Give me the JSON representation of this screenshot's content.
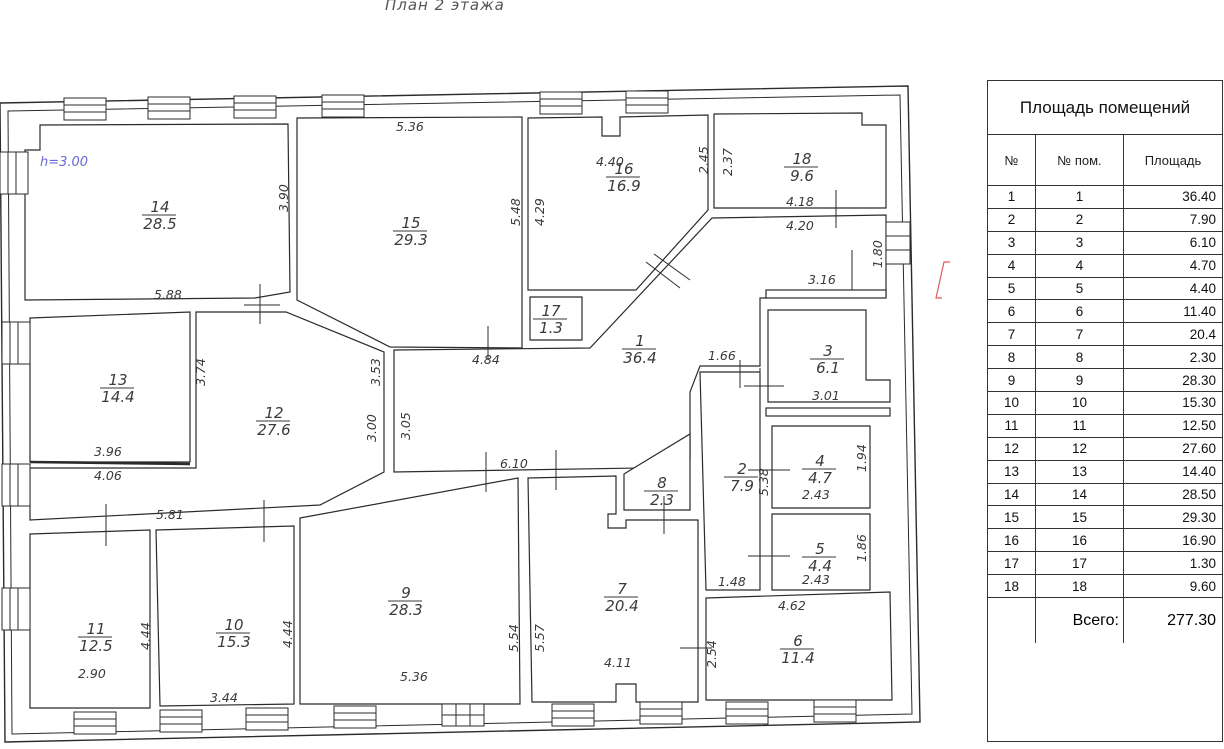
{
  "title": "План 2 этажа",
  "height_note": "h=3.00",
  "rooms": [
    {
      "num": "14",
      "area": "28.5"
    },
    {
      "num": "15",
      "area": "29.3"
    },
    {
      "num": "16",
      "area": "16.9"
    },
    {
      "num": "18",
      "area": "9.6"
    },
    {
      "num": "17",
      "area": "1.3"
    },
    {
      "num": "1",
      "area": "36.4"
    },
    {
      "num": "13",
      "area": "14.4"
    },
    {
      "num": "12",
      "area": "27.6"
    },
    {
      "num": "3",
      "area": "6.1"
    },
    {
      "num": "2",
      "area": "7.9"
    },
    {
      "num": "8",
      "area": "2.3"
    },
    {
      "num": "4",
      "area": "4.7"
    },
    {
      "num": "5",
      "area": "4.4"
    },
    {
      "num": "11",
      "area": "12.5"
    },
    {
      "num": "10",
      "area": "15.3"
    },
    {
      "num": "9",
      "area": "28.3"
    },
    {
      "num": "7",
      "area": "20.4"
    },
    {
      "num": "6",
      "area": "11.4"
    }
  ],
  "dimensions": [
    "5.36",
    "3.90",
    "5.48",
    "4.40",
    "4.29",
    "2.45",
    "2.37",
    "4.18",
    "4.20",
    "1.80",
    "3.16",
    "5.88",
    "4.84",
    "3.53",
    "3.74",
    "3.00",
    "3.05",
    "1.66",
    "3.01",
    "3.96",
    "4.06",
    "6.10",
    "1.94",
    "2.43",
    "5.38",
    "5.81",
    "1.86",
    "2.43",
    "1.48",
    "4.44",
    "4.44",
    "5.54",
    "5.57",
    "4.62",
    "2.54",
    "2.90",
    "3.44",
    "5.36",
    "4.11"
  ],
  "table": {
    "title": "Площадь помещений",
    "headers": [
      "№",
      "№ пом.",
      "Площадь"
    ],
    "rows": [
      [
        "1",
        "1",
        "36.40"
      ],
      [
        "2",
        "2",
        "7.90"
      ],
      [
        "3",
        "3",
        "6.10"
      ],
      [
        "4",
        "4",
        "4.70"
      ],
      [
        "5",
        "5",
        "4.40"
      ],
      [
        "6",
        "6",
        "11.40"
      ],
      [
        "7",
        "7",
        "20.4"
      ],
      [
        "8",
        "8",
        "2.30"
      ],
      [
        "9",
        "9",
        "28.30"
      ],
      [
        "10",
        "10",
        "15.30"
      ],
      [
        "11",
        "11",
        "12.50"
      ],
      [
        "12",
        "12",
        "27.60"
      ],
      [
        "13",
        "13",
        "14.40"
      ],
      [
        "14",
        "14",
        "28.50"
      ],
      [
        "15",
        "15",
        "29.30"
      ],
      [
        "16",
        "16",
        "16.90"
      ],
      [
        "17",
        "17",
        "1.30"
      ],
      [
        "18",
        "18",
        "9.60"
      ]
    ],
    "total_label": "Всего:",
    "total_value": "277.30"
  },
  "colors": {
    "wall": "#2b2b2b",
    "wall_fill": "#ffffff",
    "text": "#3a3a3a",
    "height_note": "#6a6ad8",
    "marker": "#e05a5a"
  }
}
